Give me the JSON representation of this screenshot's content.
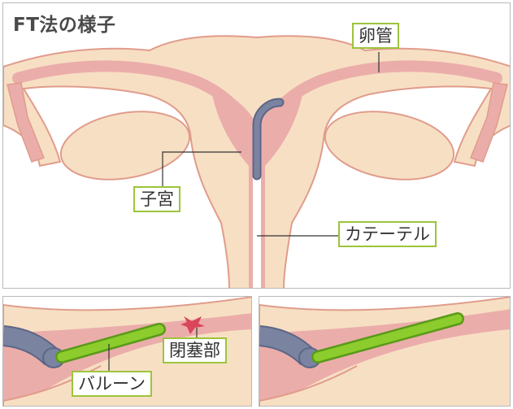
{
  "title": "FT法の様子",
  "labels": {
    "fallopian_tube": "卵管",
    "uterus": "子宮",
    "catheter": "カテーテル",
    "occlusion": "閉塞部",
    "balloon": "バルーン"
  },
  "colors": {
    "tissue": "#f7dfc4",
    "lining": "#ebadaa",
    "outline": "#e09c8b",
    "catheter": "#7a84a1",
    "balloon": "#8ccc2c",
    "label_border": "#9cc43c",
    "occlusion": "#d9455a"
  }
}
